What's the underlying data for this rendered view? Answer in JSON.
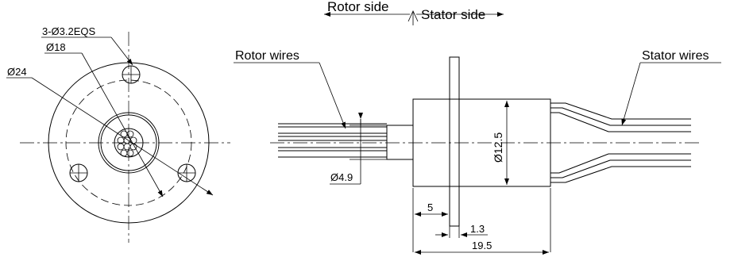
{
  "labels": {
    "rotor_side": "Rotor side",
    "stator_side": "Stator side",
    "rotor_wires": "Rotor wires",
    "stator_wires": "Stator wires",
    "holes": "3-Ø3.2EQS",
    "pcd": "Ø18",
    "flange_dia": "Ø24",
    "body_dia": "Ø12.5",
    "shaft_dia": "Ø4.9",
    "dim_5": "5",
    "dim_1_3": "1.3",
    "dim_19_5": "19.5"
  },
  "colors": {
    "line": "#000000",
    "background": "#ffffff"
  }
}
